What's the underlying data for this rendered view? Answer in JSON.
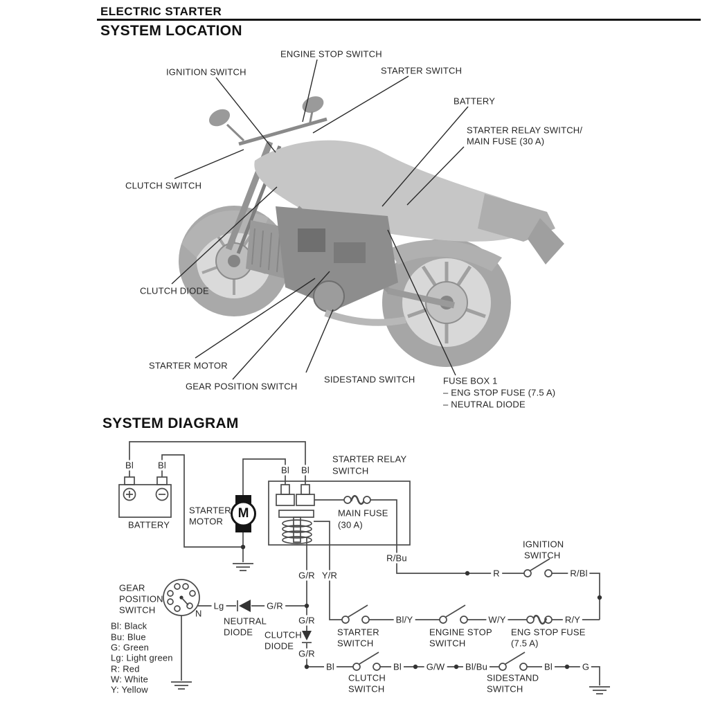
{
  "page": {
    "header": "ELECTRIC STARTER",
    "section_location_title": "SYSTEM LOCATION",
    "section_diagram_title": "SYSTEM DIAGRAM"
  },
  "location": {
    "callouts": {
      "engine_stop_switch": "ENGINE STOP SWITCH",
      "ignition_switch": "IGNITION SWITCH",
      "starter_switch": "STARTER SWITCH",
      "battery": "BATTERY",
      "starter_relay_line1": "STARTER RELAY SWITCH/",
      "starter_relay_line2": "MAIN FUSE (30 A)",
      "clutch_switch": "CLUTCH SWITCH",
      "clutch_diode": "CLUTCH DIODE",
      "starter_motor": "STARTER MOTOR",
      "gear_position_switch": "GEAR POSITION SWITCH",
      "sidestand_switch": "SIDESTAND SWITCH",
      "fuse_box_line1": "FUSE BOX 1",
      "fuse_box_line2": "– ENG STOP FUSE (7.5 A)",
      "fuse_box_line3": "– NEUTRAL DIODE"
    }
  },
  "diagram": {
    "battery_label": "BATTERY",
    "starter_motor": {
      "line1": "STARTER",
      "line2": "MOTOR",
      "symbol": "M"
    },
    "starter_relay": {
      "line1": "STARTER RELAY",
      "line2": "SWITCH"
    },
    "main_fuse": {
      "line1": "MAIN FUSE",
      "line2": "(30 A)"
    },
    "ignition_switch": {
      "line1": "IGNITION",
      "line2": "SWITCH"
    },
    "gear_position_switch": {
      "line1": "GEAR",
      "line2": "POSITION",
      "line3": "SWITCH",
      "contact": "N"
    },
    "neutral_diode": {
      "line1": "NEUTRAL",
      "line2": "DIODE"
    },
    "clutch_diode": {
      "line1": "CLUTCH",
      "line2": "DIODE"
    },
    "starter_switch": {
      "line1": "STARTER",
      "line2": "SWITCH"
    },
    "engine_stop_switch": {
      "line1": "ENGINE STOP",
      "line2": "SWITCH"
    },
    "eng_stop_fuse": {
      "line1": "ENG STOP FUSE",
      "line2": "(7.5 A)"
    },
    "clutch_switch": {
      "line1": "CLUTCH",
      "line2": "SWITCH"
    },
    "sidestand_switch": {
      "line1": "SIDESTAND",
      "line2": "SWITCH"
    },
    "wire_labels": {
      "battery_pos": "Bl",
      "battery_neg": "Bl",
      "relay_left": "Bl",
      "relay_right": "Bl",
      "relay_out": "R/Bu",
      "coil_left": "G/R",
      "coil_right": "Y/R",
      "ign_in": "R",
      "ign_out": "R/Bl",
      "neutral_in": "Lg",
      "neutral_out": "G/R",
      "gr_mid": "G/R",
      "gr_low": "G/R",
      "starter_out": "Bl/Y",
      "engstop_out": "W/Y",
      "fuse_out": "R/Y",
      "clutch_in": "Bl",
      "clutch_out": "Bl",
      "gw": "G/W",
      "blbu": "Bl/Bu",
      "sidestand_out": "Bl",
      "ground_wire": "G"
    }
  },
  "legend": {
    "items": [
      "Bl: Black",
      "Bu: Blue",
      "G: Green",
      "Lg: Light green",
      "R: Red",
      "W: White",
      "Y: Yellow"
    ]
  }
}
